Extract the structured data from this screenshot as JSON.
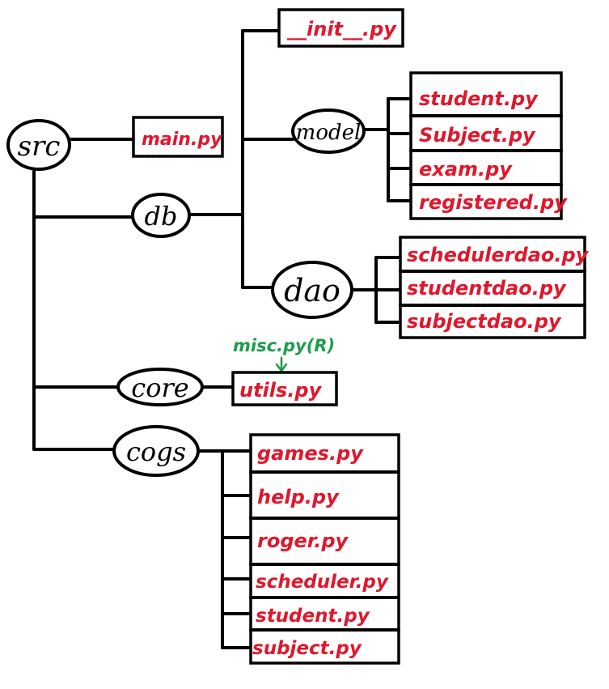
{
  "tree": {
    "root": "src",
    "main": "main.py",
    "db": {
      "label": "db",
      "init": "__init__.py",
      "model": {
        "label": "model",
        "files": [
          "student.py",
          "Subject.py",
          "exam.py",
          "registered.py"
        ]
      },
      "dao": {
        "label": "dao",
        "files": [
          "schedulerdao.py",
          "studentdao.py",
          "subjectdao.py"
        ]
      }
    },
    "core": {
      "label": "core",
      "file": "utils.py",
      "note": "misc.py(R)"
    },
    "cogs": {
      "label": "cogs",
      "files": [
        "games.py",
        "help.py",
        "roger.py",
        "scheduler.py",
        "student.py",
        "subject.py"
      ]
    }
  },
  "colors": {
    "file_text": "#e0172c",
    "note_text": "#1e9d4a",
    "lines": "#000000"
  }
}
